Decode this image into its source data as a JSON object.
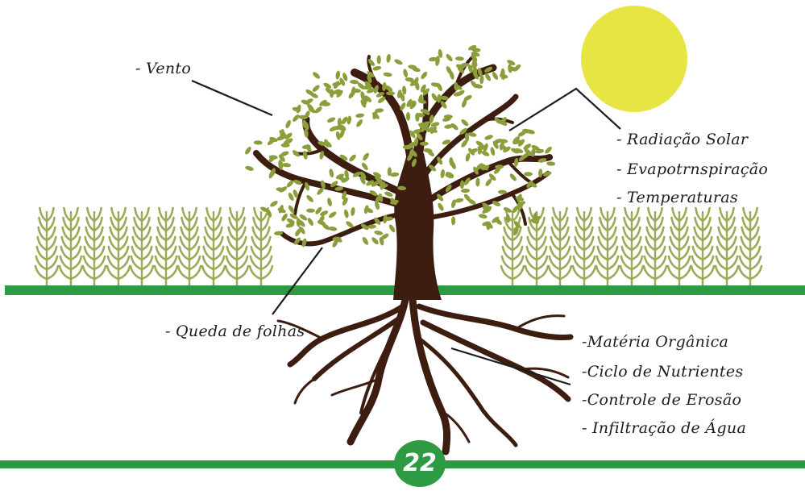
{
  "colors": {
    "ground": "#2e9a44",
    "sun": "#e6e544",
    "trunk": "#3c1d0f",
    "leaf": "#8c9e3c",
    "crop": "#9aab58"
  },
  "labels": {
    "wind": "- Vento",
    "leaf_fall": "- Queda de folhas",
    "solar": [
      "- Radiação Solar",
      "- Evapotrnspiração",
      "- Temperaturas"
    ],
    "soil": [
      "-Matéria Orgânica",
      "-Ciclo de Nutrientes",
      "-Controle de Erosão",
      "- Infiltração de Água"
    ]
  },
  "page_number": "22"
}
